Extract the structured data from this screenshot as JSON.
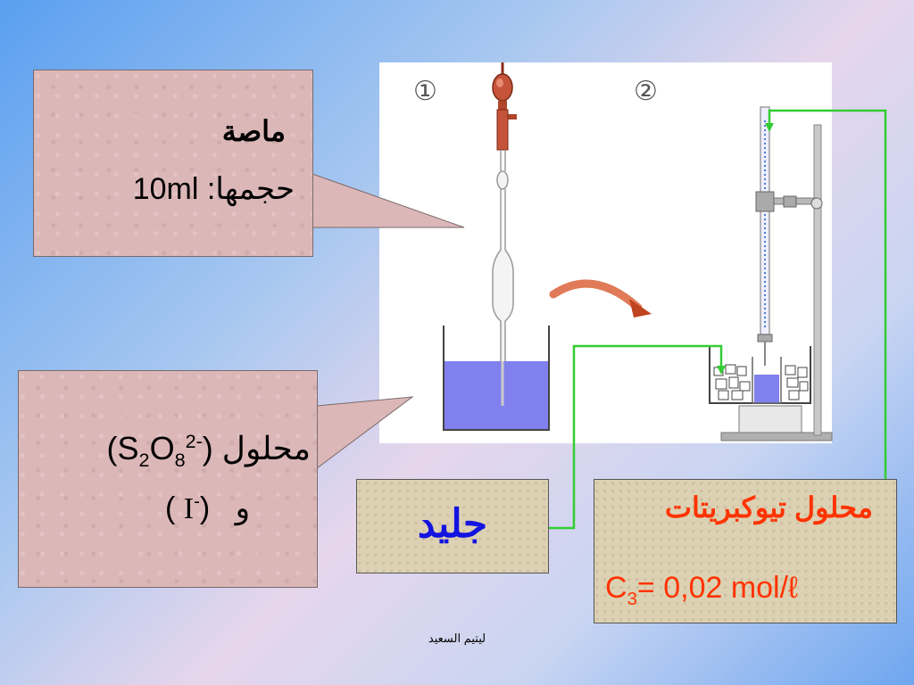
{
  "pipette_callout": {
    "title": "ماصة",
    "volume_label": "حجمها:",
    "volume_value": "10ml"
  },
  "solution_callout": {
    "word_solution": "محلول",
    "ion_S": "S",
    "ion_S_sub": "2",
    "ion_O": "O",
    "ion_O_sub": "8",
    "ion_charge": "2-",
    "word_and": "و",
    "iodide": "I",
    "iodide_charge": "-"
  },
  "diagram": {
    "step1_label": "①",
    "step2_label": "②"
  },
  "ice_box": {
    "label": "جليد"
  },
  "thio_box": {
    "title": "محلول تيوكبريتات",
    "conc_symbol": "C",
    "conc_sub": "3",
    "conc_value": "= 0,02 mol/ℓ"
  },
  "footer": {
    "author": "ليتيم السعيد"
  },
  "colors": {
    "callout_bg": "#dcb7b8",
    "ice_label": "#1414e0",
    "thio_text": "#ff3300",
    "connector_lines": "#33cc33",
    "liquid": "#8080ee"
  }
}
